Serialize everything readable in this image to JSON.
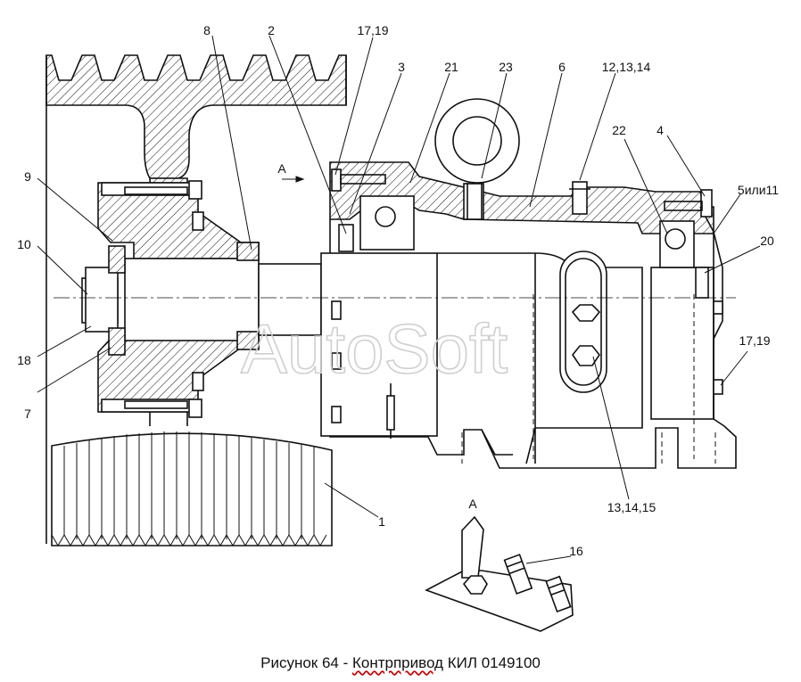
{
  "watermark": "AutoSoft",
  "view_label": "А",
  "detail_view_label": "А",
  "callouts": {
    "c1": "1",
    "c2": "2",
    "c3": "3",
    "c4": "4",
    "c6": "6",
    "c7": "7",
    "c8": "8",
    "c9": "9",
    "c10": "10",
    "c16": "16",
    "c18": "18",
    "c20": "20",
    "c21": "21",
    "c22": "22",
    "c23": "23",
    "c5_11": "5или11",
    "c12_13_14": "12,13,14",
    "c13_14_15": "13,14,15",
    "c17_19_top": "17,19",
    "c17_19_right": "17,19"
  },
  "caption": {
    "prefix": "Рисунок 64 - ",
    "underlined": "Контрпривод",
    "suffix": " КИЛ 0149100"
  }
}
